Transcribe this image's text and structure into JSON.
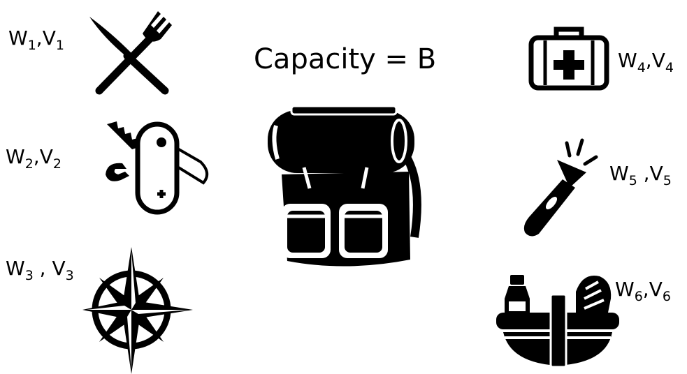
{
  "capacity_label": "Capacity = B",
  "items": [
    {
      "name": "W",
      "value": "V",
      "index": "1",
      "separator": ",",
      "icon": "fork-knife-icon"
    },
    {
      "name": "W",
      "value": "V",
      "index": "2",
      "separator": ",",
      "icon": "pocket-knife-icon"
    },
    {
      "name": "W",
      "value": "V",
      "index": "3",
      "separator": " , ",
      "icon": "compass-rose-icon"
    },
    {
      "name": "W",
      "value": "V",
      "index": "4",
      "separator": ",",
      "icon": "first-aid-kit-icon"
    },
    {
      "name": "W",
      "value": "V",
      "index": "5",
      "separator": " ,",
      "icon": "flashlight-icon"
    },
    {
      "name": "W",
      "value": "V",
      "index": "6",
      "separator": ",",
      "icon": "food-basket-icon"
    }
  ],
  "center_icon": "backpack-icon",
  "colors": {
    "ink": "#000000",
    "background": "#ffffff"
  }
}
